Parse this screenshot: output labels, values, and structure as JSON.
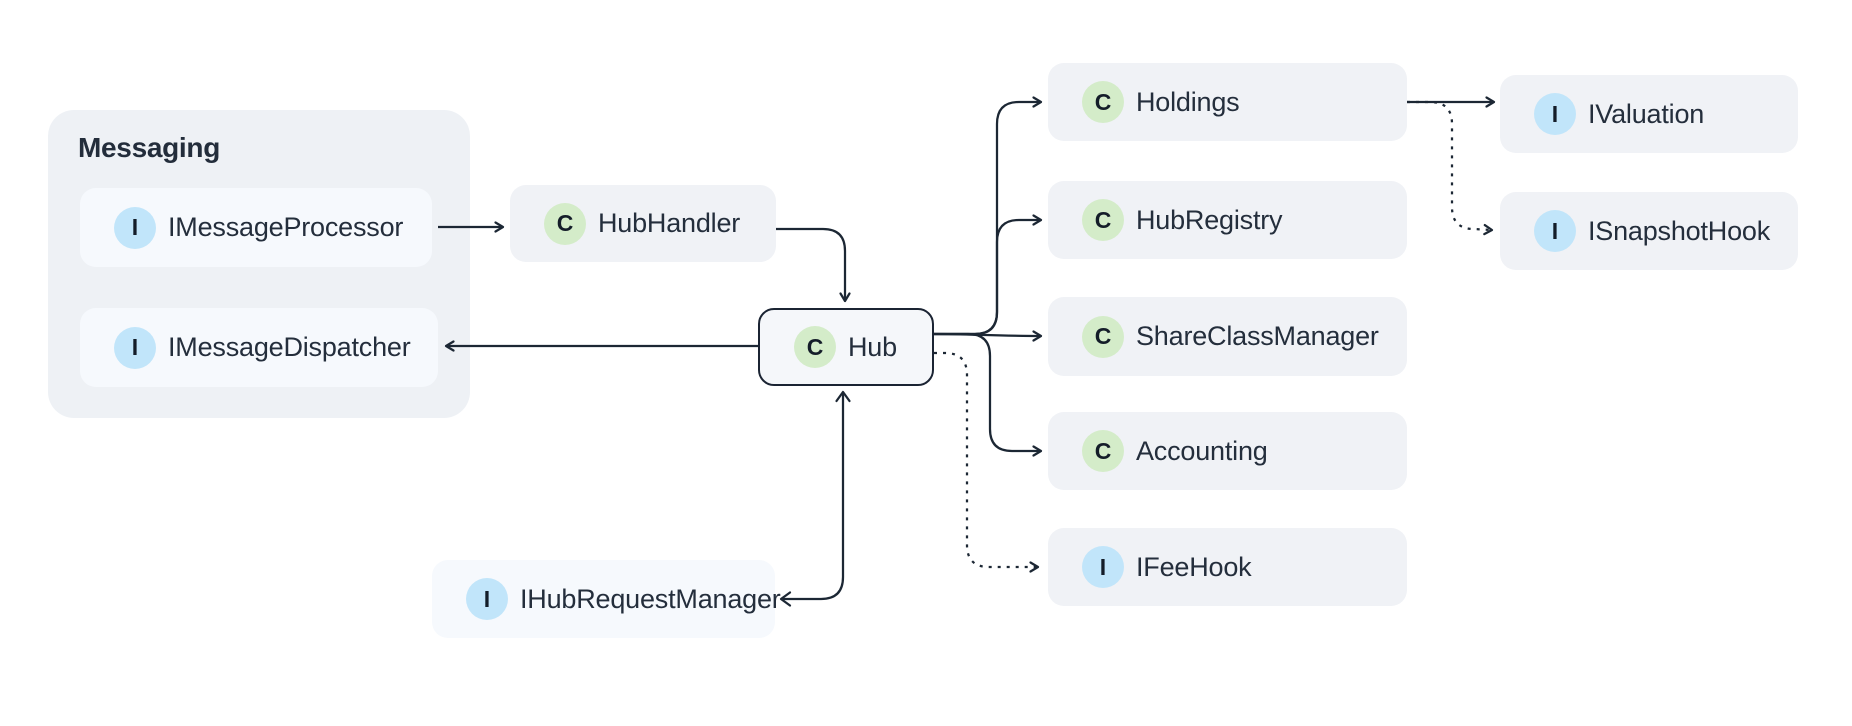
{
  "diagram": {
    "messaging_group": {
      "title": "Messaging"
    },
    "nodes": {
      "imessageprocessor": {
        "label": "IMessageProcessor",
        "badge": "I",
        "kind": "interface"
      },
      "imessagedispatcher": {
        "label": "IMessageDispatcher",
        "badge": "I",
        "kind": "interface"
      },
      "hubhandler": {
        "label": "HubHandler",
        "badge": "C",
        "kind": "class"
      },
      "hub": {
        "label": "Hub",
        "badge": "C",
        "kind": "class"
      },
      "holdings": {
        "label": "Holdings",
        "badge": "C",
        "kind": "class"
      },
      "hubregistry": {
        "label": "HubRegistry",
        "badge": "C",
        "kind": "class"
      },
      "shareclassmanager": {
        "label": "ShareClassManager",
        "badge": "C",
        "kind": "class"
      },
      "accounting": {
        "label": "Accounting",
        "badge": "C",
        "kind": "class"
      },
      "ifeehook": {
        "label": "IFeeHook",
        "badge": "I",
        "kind": "interface"
      },
      "ivaluation": {
        "label": "IValuation",
        "badge": "I",
        "kind": "interface"
      },
      "isnapshothook": {
        "label": "ISnapshotHook",
        "badge": "I",
        "kind": "interface"
      },
      "ihubrequestmanager": {
        "label": "IHubRequestManager",
        "badge": "I",
        "kind": "interface"
      }
    },
    "edges": [
      {
        "from": "IMessageProcessor",
        "to": "HubHandler",
        "style": "solid",
        "arrow": "end"
      },
      {
        "from": "HubHandler",
        "to": "Hub",
        "style": "solid",
        "arrow": "end"
      },
      {
        "from": "Hub",
        "to": "IMessageDispatcher",
        "style": "solid",
        "arrow": "end"
      },
      {
        "from": "Hub",
        "to": "Holdings",
        "style": "solid",
        "arrow": "end"
      },
      {
        "from": "Hub",
        "to": "HubRegistry",
        "style": "solid",
        "arrow": "end"
      },
      {
        "from": "Hub",
        "to": "ShareClassManager",
        "style": "solid",
        "arrow": "end"
      },
      {
        "from": "Hub",
        "to": "Accounting",
        "style": "solid",
        "arrow": "end"
      },
      {
        "from": "Hub",
        "to": "IFeeHook",
        "style": "dashed",
        "arrow": "end"
      },
      {
        "from": "Holdings",
        "to": "IValuation",
        "style": "solid",
        "arrow": "end"
      },
      {
        "from": "Holdings",
        "to": "ISnapshotHook",
        "style": "dashed",
        "arrow": "end"
      },
      {
        "from": "Hub",
        "to": "IHubRequestManager",
        "style": "solid",
        "arrow": "both"
      }
    ],
    "colors": {
      "background": "#ffffff",
      "group_fill": "#eef1f5",
      "node_fill": "#f0f2f6",
      "light_node_fill": "#f6f9fd",
      "hub_border": "#1b2433",
      "class_badge": "#d4ecc9",
      "interface_badge": "#c1e5fa",
      "edge": "#1c2734",
      "text": "#242e3c"
    }
  }
}
